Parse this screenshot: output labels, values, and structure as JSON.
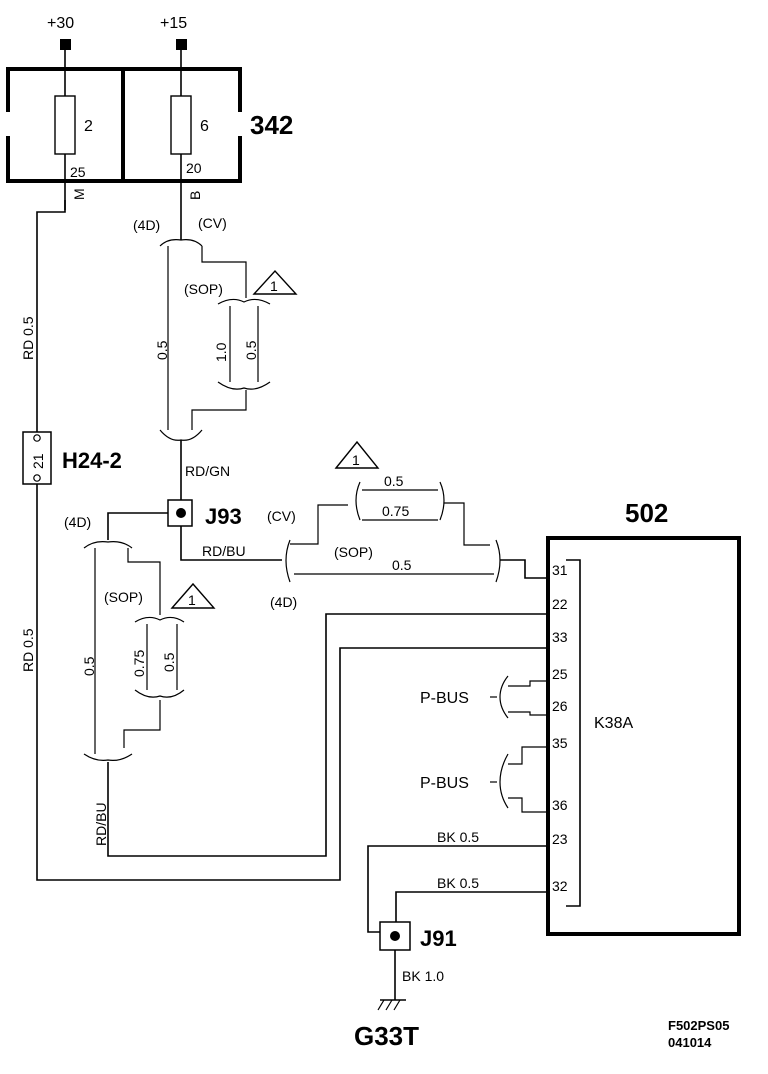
{
  "supply": {
    "plus30": "+30",
    "plus15": "+15"
  },
  "fusebox": {
    "id": "342",
    "fuse_a": "2",
    "fuse_b": "6",
    "pin_a": "25",
    "pin_b": "20",
    "connector_a": "M",
    "connector_b": "B"
  },
  "variants": {
    "d4": "(4D)",
    "cv": "(CV)",
    "sop": "(SOP)"
  },
  "warning_mark": "1",
  "wires": {
    "rd05": "RD 0.5",
    "g05": "0.5",
    "g10": "1.0",
    "g075": "0.75",
    "rd_gn": "RD/GN",
    "rd_bu": "RD/BU",
    "bk05": "BK  0.5",
    "bk10": "BK  1.0"
  },
  "connectors": {
    "h24": "H24-2",
    "h24_pin": "21",
    "j93": "J93",
    "j91": "J91"
  },
  "module": {
    "id": "502",
    "connector": "K38A",
    "pins": [
      "31",
      "22",
      "33",
      "25",
      "26",
      "35",
      "36",
      "23",
      "32"
    ]
  },
  "bus": {
    "label": "P-BUS"
  },
  "ground": {
    "id": "G33T"
  },
  "footer": {
    "code": "F502PS05",
    "date": "041014"
  }
}
